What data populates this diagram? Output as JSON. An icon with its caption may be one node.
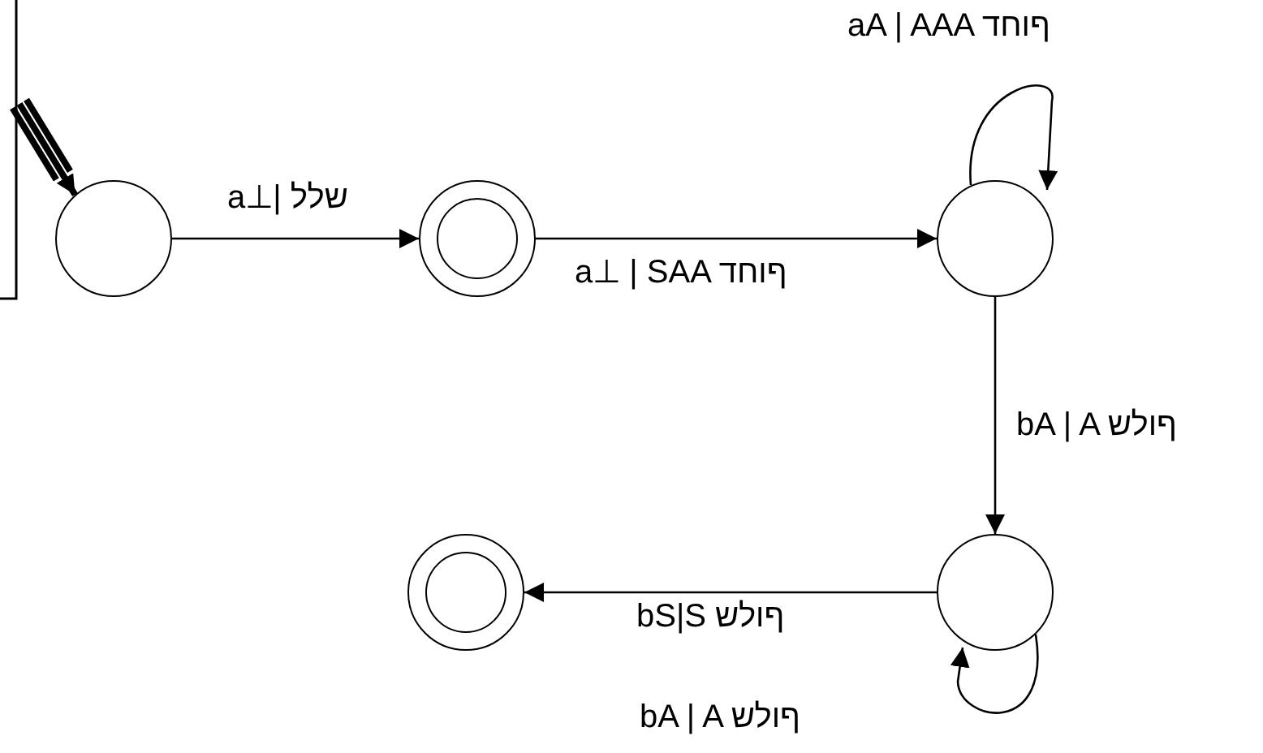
{
  "diagram": {
    "nodes": [
      {
        "text": [],
        "shape": "circle"
      },
      {
        "text": [],
        "shape": "ring"
      },
      {
        "text": [],
        "shape": "circle"
      },
      {
        "text": [],
        "shape": "circle"
      },
      {
        "text": [],
        "shape": "ring"
      }
    ],
    "edges": [
      {
        "from": null,
        "to": 0,
        "arrow": "to",
        "style": "thick"
      },
      {
        "from": 0,
        "to": 1,
        "arrow": "to",
        "label": "a⊥| ללש"
      },
      {
        "from": 1,
        "to": 2,
        "arrow": "to",
        "label": "a⊥ | SAA דחוף"
      },
      {
        "from": 2,
        "to": 2,
        "arrow": "to",
        "label": "aA | AAA דחוף"
      },
      {
        "from": 2,
        "to": 3,
        "arrow": "to",
        "label": "bA | A שלוף"
      },
      {
        "from": 3,
        "to": 4,
        "arrow": "to",
        "label": "bS|S שלוף"
      },
      {
        "from": 3,
        "to": 3,
        "arrow": "to",
        "label": "bA | A שלוף"
      }
    ]
  }
}
